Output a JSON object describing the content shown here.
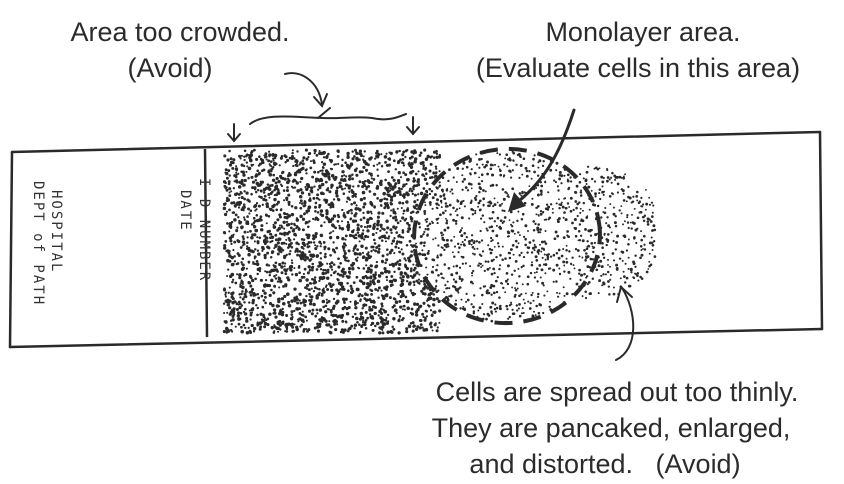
{
  "labels": {
    "crowded": {
      "line1": "Area too crowded.",
      "line2": "(Avoid)"
    },
    "monolayer": {
      "line1": "Monolayer area.",
      "line2": "(Evaluate cells in this area)"
    },
    "thin": {
      "line1": "Cells are spread out too thinly.",
      "line2": "They are pancaked, enlarged,",
      "line3": "and distorted.   (Avoid)"
    }
  },
  "slide_label": {
    "col1": "DEPT of PATH",
    "col2": "HOSPITAL",
    "col3": "DATE",
    "col4": "I D NUMBER"
  },
  "colors": {
    "ink": "#2a2a2a",
    "paper": "#ffffff"
  }
}
